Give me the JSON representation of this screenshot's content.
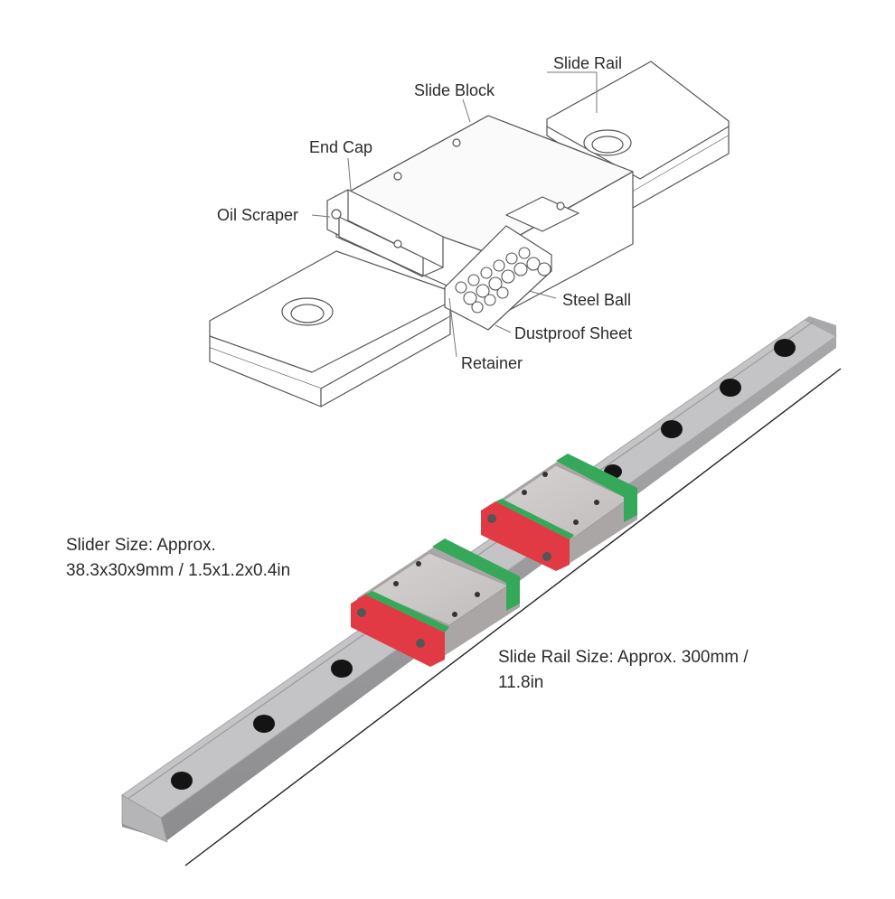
{
  "diagram": {
    "labels": {
      "slide_rail": "Slide Rail",
      "slide_block": "Slide Block",
      "end_cap": "End Cap",
      "oil_scraper": "Oil Scraper",
      "steel_ball": "Steel Ball",
      "dustproof_sheet": "Dustproof Sheet",
      "retainer": "Retainer"
    }
  },
  "specs": {
    "slider_size_line1": "Slider Size: Approx.",
    "slider_size_line2": "38.3x30x9mm / 1.5x1.2x0.4in",
    "rail_size_line1": "Slide Rail Size: Approx. 300mm /",
    "rail_size_line2": "11.8in"
  },
  "colors": {
    "end_seal_green": "#35a85a",
    "end_cap_red": "#e23a45",
    "steel": "#c9c9cb",
    "line_art": "#555555"
  }
}
